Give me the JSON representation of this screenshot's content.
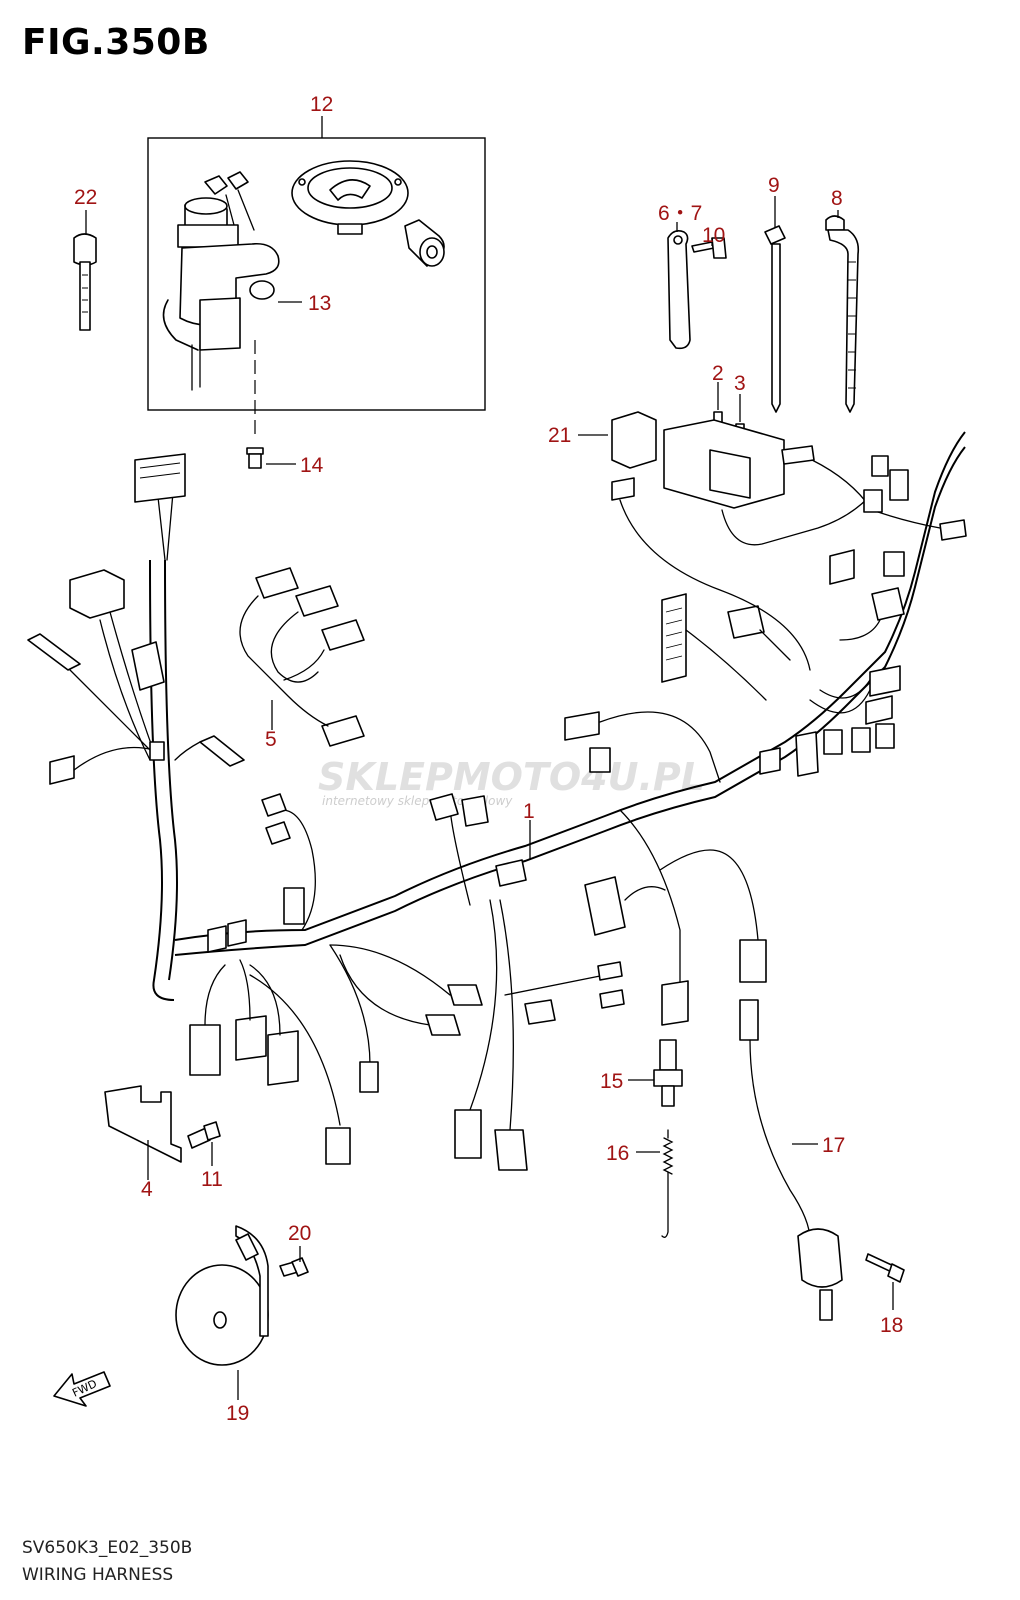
{
  "figure_title": "FIG.350B",
  "footer": {
    "code": "SV650K3_E02_350B",
    "name": "WIRING HARNESS"
  },
  "watermark": {
    "main": "SKLEPMOTO4U.PL",
    "sub": "internetowy sklep motocyklowy"
  },
  "fwd_label": "FWD",
  "callouts": {
    "c1": "1",
    "c2": "2",
    "c3": "3",
    "c4": "4",
    "c5": "5",
    "c67": "6・7",
    "c8": "8",
    "c9": "9",
    "c10": "10",
    "c11": "11",
    "c12": "12",
    "c13": "13",
    "c14": "14",
    "c15": "15",
    "c16": "16",
    "c17": "17",
    "c18": "18",
    "c19": "19",
    "c20": "20",
    "c21": "21",
    "c22": "22"
  },
  "colors": {
    "callout": "#a01414",
    "line": "#000000",
    "watermark": "#c8c8c8"
  }
}
